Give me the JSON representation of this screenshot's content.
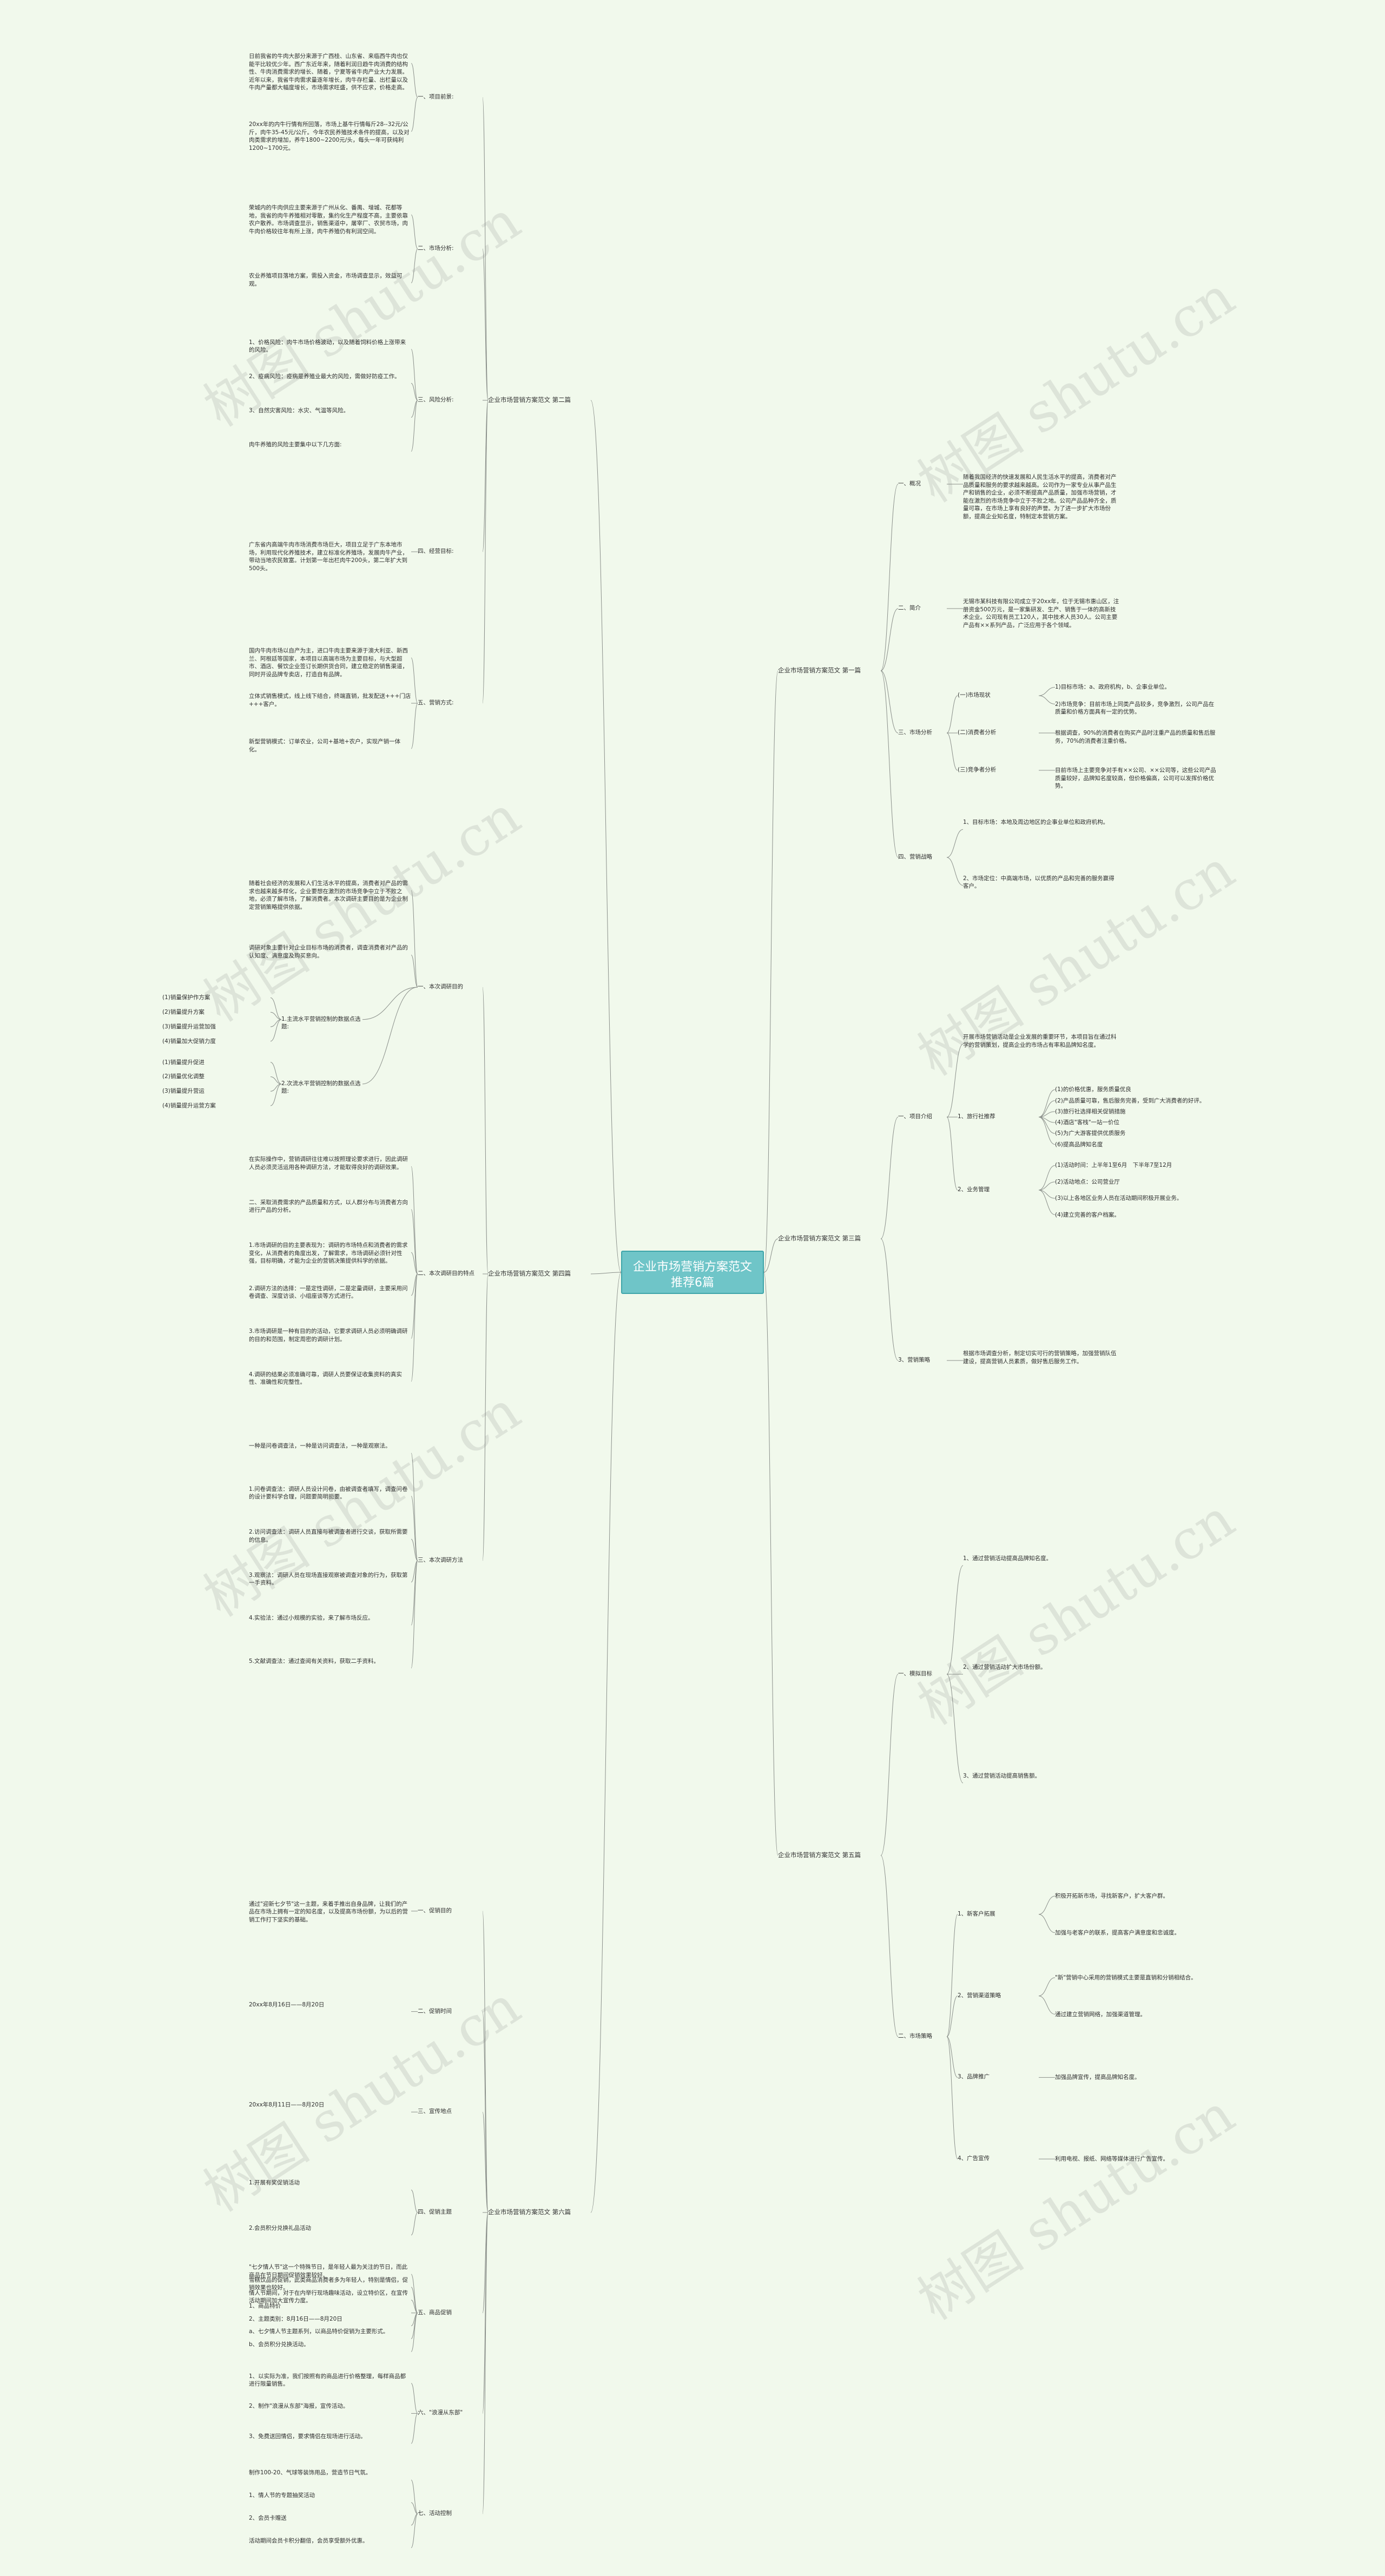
{
  "root": "企业市场营销方案范文推荐6篇",
  "watermark": "树图 shutu.cn",
  "left": [
    {
      "title": "企业市场营销方案范文 第二篇",
      "children": [
        {
          "label": "一、项目前景:",
          "leaves": [
            "日前我省的牛肉大部分来源于广西桂、山东省、来临西牛肉也仅能平比较优少年。西广东近年来，随着利润日趋牛肉消费的结构性、牛肉消费需求的增长、随着，宁夏等省牛肉产业大力发展。近年以来，我省牛肉需求量逐年增长，肉牛存栏量、出栏量以及牛肉产量都大幅度增长，市场需求旺盛，供不应求，价格走高。",
            "20xx年的内牛行情有所回落，市场上基牛行情每斤28--32元/公斤，肉牛35-45元/公斤。今年农民养殖技术条件的提高，以及对肉类需求的增加，养牛1800~2200元/头，每头一年可获纯利1200~1700元。"
          ]
        },
        {
          "label": "二、市场分析:",
          "leaves": [
            "荣城内的牛肉供应主要来源于广州从化、番禺、增城、花都等地，我省的肉牛养殖相对零散，集约化生产程度不高，主要依靠农户散养。市场调查显示，销售渠道中，屠宰厂、农贸市场，肉牛肉价格较往年有所上涨，肉牛养殖仍有利润空间。",
            "农业养殖项目落地方案，需投入资金，市场调查显示，效益可观。"
          ]
        },
        {
          "label": "三、风险分析:",
          "leaves": [
            "1、价格风险：肉牛市场价格波动，以及随着饲料价格上涨带来的风险。",
            "2、疫病风险：疫病是养殖业最大的风险，需做好防疫工作。",
            "3、自然灾害风险：水灾、气温等风险。"
          ],
          "sub": "肉牛养殖的风险主要集中以下几方面:"
        },
        {
          "label": "四、经营目标:",
          "leaves": [
            "广东省内高端牛肉市场消费市场巨大，项目立足于广东本地市场，利用现代化养殖技术，建立标准化养殖场，发展肉牛产业，带动当地农民致富。计划第一年出栏肉牛200头，第二年扩大到500头。"
          ]
        },
        {
          "label": "五、营销方式:",
          "leaves": [
            "国内牛肉市场以自产为主，进口牛肉主要来源于澳大利亚、新西兰、阿根廷等国家，本项目以高端市场为主要目标，与大型超市、酒店、餐饮企业签订长期供货合同，建立稳定的销售渠道，同时开设品牌专卖店，打造自有品牌。",
            "立体式销售模式，线上线下结合，终端直销，批发配送+++门店+++客户。",
            "新型营销模式：订单农业，公司+基地+农户，实现产销一体化。"
          ]
        }
      ]
    },
    {
      "title": "企业市场营销方案范文 第四篇",
      "children": [
        {
          "label": "一、本次调研目的",
          "leaves": [
            "随着社会经济的发展和人们生活水平的提高，消费者对产品的需求也越来越多样化，企业要想在激烈的市场竞争中立于不败之地，必须了解市场，了解消费者。本次调研主要目的是为企业制定营销策略提供依据。",
            "调研对象主要针对企业目标市场的消费者，调查消费者对产品的认知度、满意度及购买意向。"
          ],
          "groups": [
            {
              "label": "1.主流水平营销控制的数据点选题:",
              "items": [
                "(1)销量保护作方案",
                "(2)销量提升方案",
                "(3)销量提升运营加强",
                "(4)销量加大促销力度"
              ]
            },
            {
              "label": "2.次流水平营销控制的数据点选题:",
              "items": [
                "(1)销量提升促进",
                "(2)销量优化调整",
                "(3)销量提升营运",
                "(4)销量提升运营方案"
              ]
            }
          ]
        },
        {
          "label": "二、本次调研目的特点",
          "leaves": [
            "在实际操作中，营销调研往往难以按照理论要求进行，因此调研人员必须灵活运用各种调研方法，才能取得良好的调研效果。",
            "二、采取消费需求的产品质量和方式，以人群分布与消费者方向进行产品的分析。",
            "1.市场调研的目的主要表现为：调研的市场特点和消费者的需求变化，从消费者的角度出发，了解需求，市场调研必须针对性强，目标明确，才能为企业的营销决策提供科学的依据。",
            "2.调研方法的选择：一是定性调研，二是定量调研，主要采用问卷调查、深度访谈、小组座谈等方式进行。",
            "3.市场调研是一种有目的的活动，它要求调研人员必须明确调研的目的和范围，制定周密的调研计划。",
            "4.调研的结果必须准确可靠，调研人员要保证收集资料的真实性、准确性和完整性。"
          ]
        },
        {
          "label": "三、本次调研方法",
          "leaves": [
            "一种是问卷调查法，一种是访问调查法，一种是观察法。",
            "1.问卷调查法：调研人员设计问卷，由被调查者填写，调查问卷的设计要科学合理，问题要简明扼要。",
            "2.访问调查法：调研人员直接与被调查者进行交谈，获取所需要的信息。",
            "3.观察法：调研人员在现场直接观察被调查对象的行为，获取第一手资料。",
            "4.实验法：通过小规模的实验，来了解市场反应。",
            "5.文献调查法：通过查阅有关资料，获取二手资料。"
          ]
        }
      ]
    },
    {
      "title": "企业市场营销方案范文 第六篇",
      "children": [
        {
          "label": "一、促销目的",
          "leaves": [
            "通过\"迎新七夕节\"这一主题，来着手推出自身品牌，让我们的产品在市场上拥有一定的知名度，以及提高市场份额，为以后的营销工作打下坚实的基础。"
          ]
        },
        {
          "label": "二、促销时间",
          "leaves": [
            "20xx年8月16日——8月20日"
          ]
        },
        {
          "label": "三、宣传地点",
          "leaves": [
            "20xx年8月11日——8月20日"
          ]
        },
        {
          "label": "四、促销主题",
          "leaves": [
            "1.开展有奖促销活动",
            "2.会员积分兑换礼品活动"
          ]
        },
        {
          "label": "五、商品促销",
          "leaves": [
            "\"七夕情人节\"这一个特殊节日，是年轻人最为关注的节日，而此商品在节日期间促销效果较好。",
            "雪糕饮品的促销，此类商品消费者多为年轻人，特别是情侣，促销效果也较好。",
            "情人节期间，对于在内举行现场趣味活动，设立特价区，在宣传活动期间加大宣传力度。",
            "1、商品特价",
            "2、主题类别：8月16日——8月20日",
            "a、七夕情人节主题系列，以商品特价促销为主要形式。",
            "b、会员积分兑换活动。"
          ]
        },
        {
          "label": "六、\"浪漫从东部\"",
          "leaves": [
            "1、以实际为准，我们按照有的商品进行价格整理，每样商品都进行限量销售。",
            "2、制作\"浪漫从东部\"海报，宣传活动。",
            "3、免费送回情侣，要求情侣在现场进行活动。"
          ]
        },
        {
          "label": "七、活动控制",
          "leaves": [
            "制作100-20、气球等装饰用品，营造节日气氛。",
            "1、情人节的专题抽奖活动",
            "2、会员卡赠送",
            "活动期间会员卡积分翻倍，会员享受额外优惠。"
          ]
        }
      ]
    }
  ],
  "right": [
    {
      "title": "企业市场营销方案范文 第一篇",
      "children": [
        {
          "label": "一、概况",
          "leaves": [
            "随着我国经济的快速发展和人民生活水平的提高，消费者对产品质量和服务的要求越来越高。公司作为一家专业从事产品生产和销售的企业，必须不断提高产品质量，加强市场营销，才能在激烈的市场竞争中立于不败之地。公司产品品种齐全，质量可靠，在市场上享有良好的声誉。为了进一步扩大市场份额，提高企业知名度，特制定本营销方案。"
          ]
        },
        {
          "label": "二、简介",
          "leaves": [
            "无锡市某科技有限公司成立于20xx年，位于无锡市惠山区，注册资金500万元，是一家集研发、生产、销售于一体的高新技术企业。公司现有员工120人，其中技术人员30人。公司主要产品有××系列产品，广泛应用于各个领域。"
          ]
        },
        {
          "label": "三、市场分析",
          "groups": [
            {
              "label": "(一)市场现状",
              "items": [
                "1)目标市场：a、政府机构，b、企事业单位。",
                "2)市场竞争：目前市场上同类产品较多，竞争激烈，公司产品在质量和价格方面具有一定的优势。"
              ]
            },
            {
              "label": "(二)消费者分析",
              "items": [
                "根据调查，90%的消费者在购买产品时注重产品的质量和售后服务，70%的消费者注重价格。"
              ]
            },
            {
              "label": "(三)竞争者分析",
              "items": [
                "目前市场上主要竞争对手有××公司、××公司等，这些公司产品质量较好，品牌知名度较高，但价格偏高，公司可以发挥价格优势。"
              ]
            }
          ]
        },
        {
          "label": "四、营销战略",
          "leaves": [
            "1、目标市场：本地及周边地区的企事业单位和政府机构。",
            "2、市场定位：中高端市场，以优质的产品和完善的服务赢得客户。"
          ]
        }
      ]
    },
    {
      "title": "企业市场营销方案范文 第三篇",
      "children": [
        {
          "label": "一、项目介绍",
          "leaves": [
            "开展市场营销活动是企业发展的重要环节，本项目旨在通过科学的营销策划，提高企业的市场占有率和品牌知名度。"
          ],
          "groups": [
            {
              "label": "1、旅行社推荐",
              "items": [
                "(1)的价格优惠，服务质量优良",
                "(2)产品质量可靠，售后服务完善，受到广大消费者的好评。",
                "(3)旅行社选择相关促销措施",
                "(4)酒店\"客栈\"一站一价位",
                "(5)为广大游客提供优质服务",
                "(6)提高品牌知名度"
              ]
            },
            {
              "label": "2、业务管理",
              "items": [
                "(1)活动时间：上半年1至6月　下半年7至12月",
                "(2)活动地点：公司营业厅",
                "(3)以上各地区业务人员在活动期间积极开展业务。",
                "(4)建立完善的客户档案。"
              ]
            }
          ]
        },
        {
          "label": "3、营销策略",
          "leaves": [
            "根据市场调查分析，制定切实可行的营销策略，加强营销队伍建设，提高营销人员素质，做好售后服务工作。"
          ]
        }
      ]
    },
    {
      "title": "企业市场营销方案范文 第五篇",
      "children": [
        {
          "label": "一、模拟目标",
          "leaves": [
            "1、通过营销活动提高品牌知名度。",
            "2、通过营销活动扩大市场份额。",
            "3、通过营销活动提高销售额。"
          ]
        },
        {
          "label": "二、市场策略",
          "groups": [
            {
              "label": "1、新客户拓展",
              "items": [
                "积极开拓新市场，寻找新客户，扩大客户群。",
                "加强与老客户的联系，提高客户满意度和忠诚度。"
              ]
            },
            {
              "label": "2、营销渠道策略",
              "items": [
                "\"新\"营销中心采用的营销模式主要是直销和分销相结合。",
                "通过建立营销网络，加强渠道管理。"
              ]
            },
            {
              "label": "3、品牌推广",
              "items": [
                "加强品牌宣传，提高品牌知名度。"
              ]
            },
            {
              "label": "4、广告宣传",
              "items": [
                "利用电视、报纸、网络等媒体进行广告宣传。"
              ]
            }
          ]
        }
      ]
    }
  ]
}
